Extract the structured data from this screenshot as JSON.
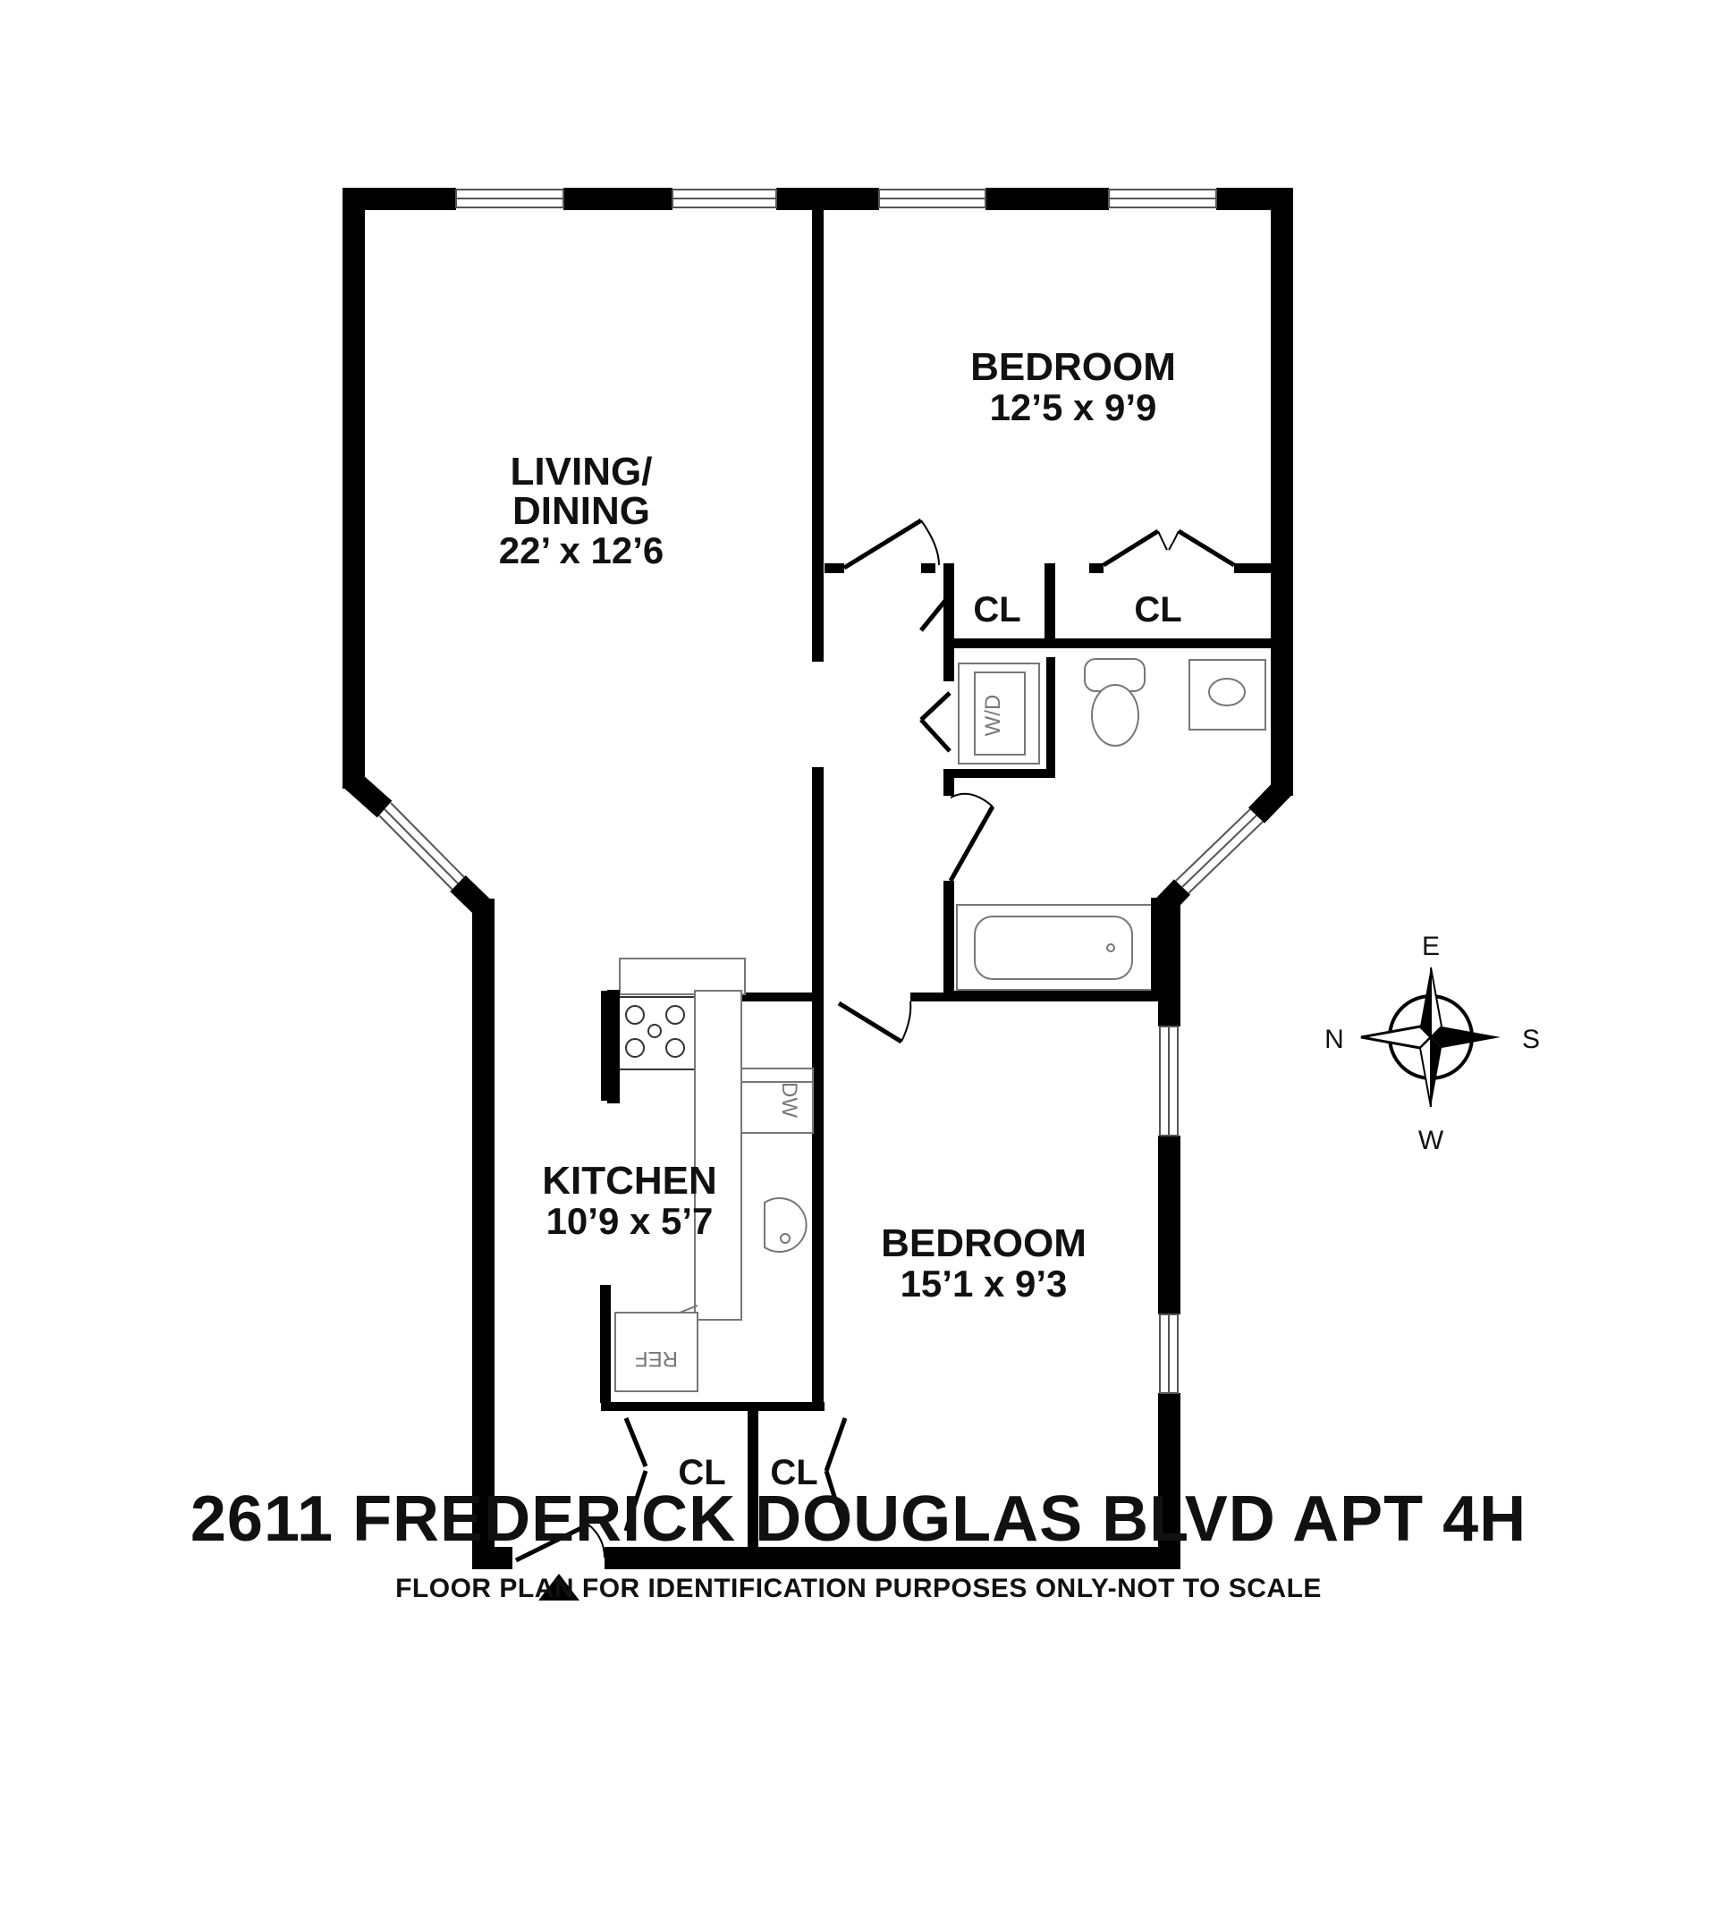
{
  "title": "2611 FREDERICK DOUGLAS BLVD APT 4H",
  "subtitle": "FLOOR PLAN FOR IDENTIFICATION PURPOSES ONLY-NOT TO SCALE",
  "rooms": {
    "living": {
      "name_line1": "LIVING/",
      "name_line2": "DINING",
      "dims": "22’ x 12’6"
    },
    "bedroom1": {
      "name": "BEDROOM",
      "dims": "12’5 x 9’9"
    },
    "bedroom2": {
      "name": "BEDROOM",
      "dims": "15’1 x 9’3"
    },
    "kitchen": {
      "name": "KITCHEN",
      "dims": "10’9 x 5’7"
    },
    "closets": [
      "CL",
      "CL",
      "CL",
      "CL"
    ]
  },
  "fixtures": {
    "washer_dryer": "W/D",
    "dishwasher": "DW",
    "refrigerator": "REF"
  },
  "compass": {
    "north": "N",
    "east": "E",
    "south": "S",
    "west": "W"
  },
  "colors": {
    "wall": "#000000",
    "fixture": "#777777",
    "background": "#ffffff"
  }
}
